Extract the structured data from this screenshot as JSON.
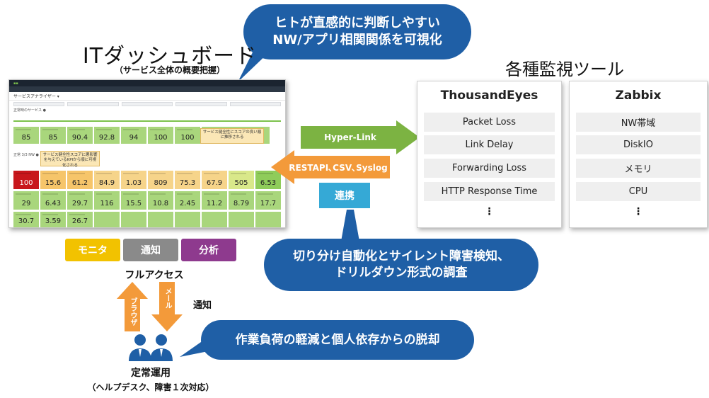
{
  "bubbles": {
    "top_line1": "ヒトが直感的に判断しやすい",
    "top_line2": "NW/アプリ相関関係を可視化",
    "middle_line1": "切り分け自動化とサイレント障害検知、",
    "middle_line2": "ドリルダウン形式の調査",
    "bottom": "作業負荷の軽減と個人依存からの脱却"
  },
  "dashboard": {
    "title": "ITダッシュボード",
    "subtitle": "（サービス全体の概要把握）",
    "header": "サービスアナライザー ▾",
    "section1": "正常時のサービス ●",
    "section2": "正常 3/3 NW ●",
    "row1": [
      "85",
      "85",
      "90.4",
      "92.8",
      "94",
      "100",
      "100"
    ],
    "row2": [
      "100",
      "15.6",
      "61.2",
      "84.9",
      "1.03",
      "809",
      "75.3",
      "67.9",
      "505",
      "6.53"
    ],
    "row3": [
      "29",
      "6.43",
      "29.7",
      "116",
      "15.5",
      "10.8",
      "2.45",
      "11.2",
      "8.79",
      "17.7"
    ],
    "row4": [
      "30.7",
      "3.59",
      "26.7"
    ],
    "note1": "サービス健全性にスコアの良い順に推移される",
    "note2": "サービス健全性スコアに悪影響を与えているKPIから順に可視化される"
  },
  "tools": {
    "title": "各種監視ツール",
    "thousandeyes": {
      "name": "ThousandEyes",
      "items": [
        "Packet Loss",
        "Link Delay",
        "Forwarding Loss",
        "HTTP Response Time"
      ],
      "more": "⋮"
    },
    "zabbix": {
      "name": "Zabbix",
      "items": [
        "NW帯域",
        "DiskIO",
        "メモリ",
        "CPU"
      ],
      "more": "⋮"
    }
  },
  "arrows": {
    "hyperlink": "Hyper-Link",
    "restapi": "RESTAPI､CSV､Syslog",
    "renkei": "連携",
    "browser": "ブラウザ",
    "mail": "メール"
  },
  "functions": {
    "monitor": "モニタ",
    "notify": "通知",
    "analyze": "分析",
    "full_access": "フルアクセス",
    "notify_label": "通知"
  },
  "operation": {
    "title": "定常運用",
    "subtitle": "（ヘルプデスク、障害１次対応）"
  },
  "colors": {
    "bubble": "#1f5fa6",
    "arrow_green": "#7cb342",
    "arrow_orange": "#f39a3a",
    "renkei": "#35a9d6",
    "monitor": "#f2c200",
    "notify": "#8a8a8a",
    "analyze": "#8e3a8e",
    "people": "#1f5fa6"
  }
}
